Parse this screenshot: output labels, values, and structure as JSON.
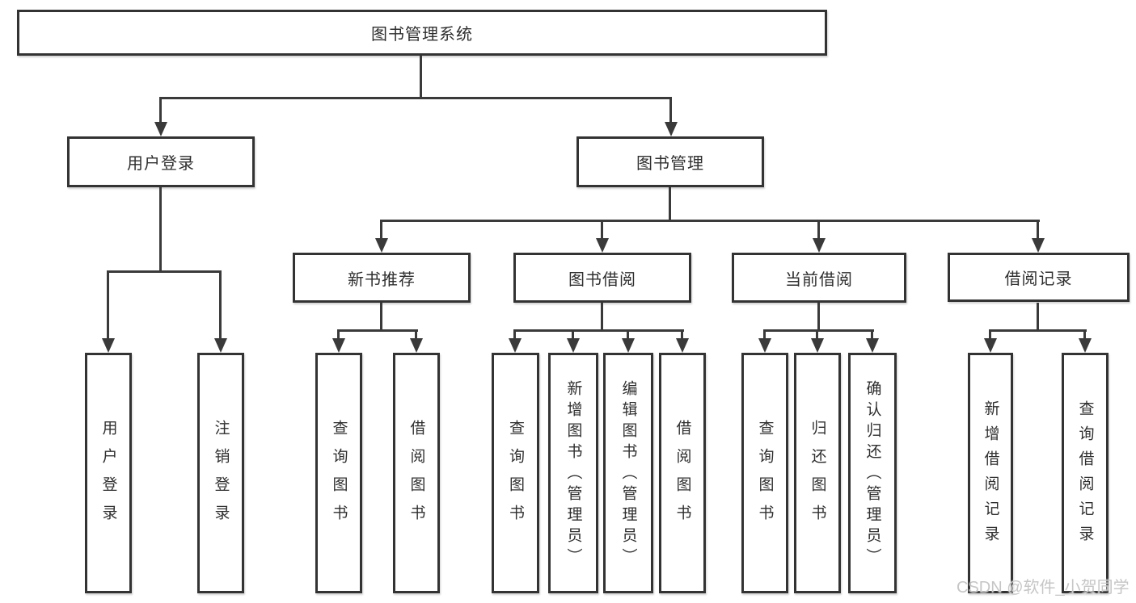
{
  "diagram": {
    "type": "hierarchy-tree",
    "title": "图书管理系统",
    "root": {
      "label": "图书管理系统",
      "children": [
        {
          "label": "用户登录",
          "children": [
            {
              "label": "用户登录"
            },
            {
              "label": "注销登录"
            }
          ]
        },
        {
          "label": "图书管理",
          "children": [
            {
              "label": "新书推荐",
              "children": [
                {
                  "label": "查询图书"
                },
                {
                  "label": "借阅图书"
                }
              ]
            },
            {
              "label": "图书借阅",
              "children": [
                {
                  "label": "查询图书"
                },
                {
                  "label": "新增图书（管理员）"
                },
                {
                  "label": "编辑图书（管理员）"
                },
                {
                  "label": "借阅图书"
                }
              ]
            },
            {
              "label": "当前借阅",
              "children": [
                {
                  "label": "查询图书"
                },
                {
                  "label": "归还图书"
                },
                {
                  "label": "确认归还（管理员）"
                }
              ]
            },
            {
              "label": "借阅记录",
              "children": [
                {
                  "label": "新增借阅记录"
                },
                {
                  "label": "查询借阅记录"
                }
              ]
            }
          ]
        }
      ]
    }
  },
  "watermark": {
    "text": "CSDN @软件_小贺同学",
    "color": "#c6c6c6"
  },
  "colors": {
    "background": "#ffffff",
    "box_border": "#333333",
    "line": "#3a3a3a",
    "text": "#2f2f2f"
  }
}
